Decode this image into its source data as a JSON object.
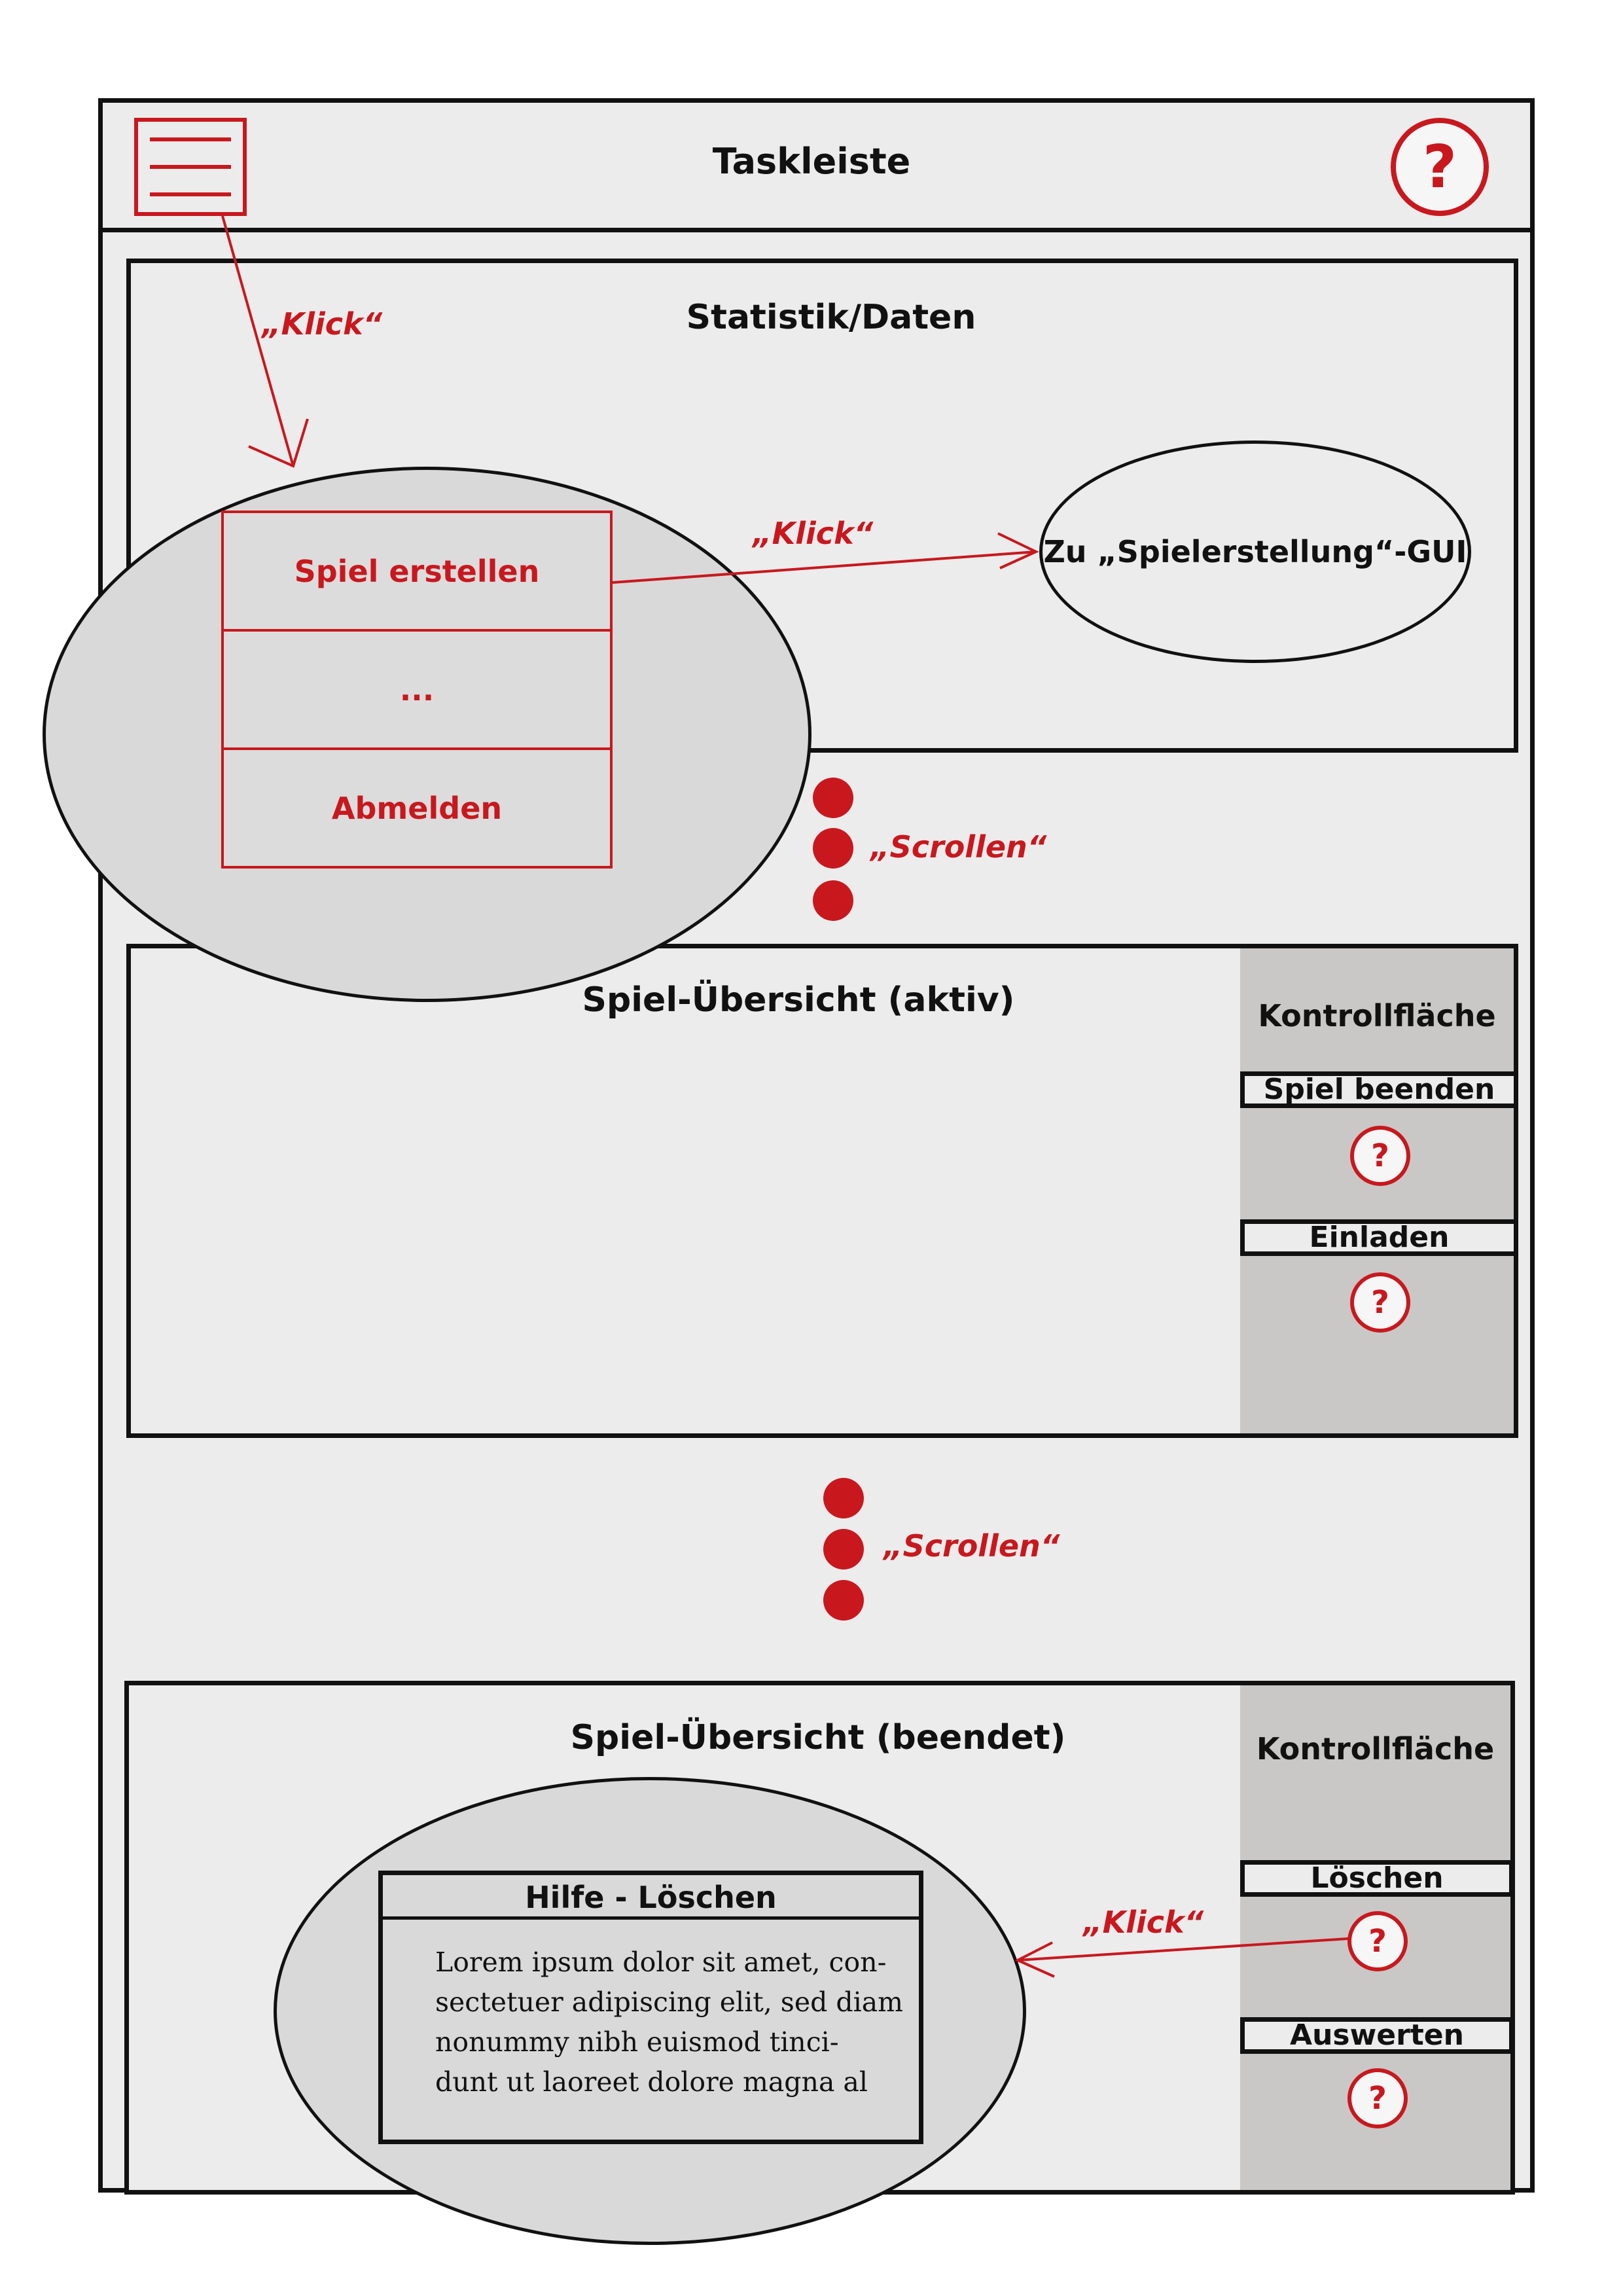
{
  "taskbar": {
    "title": "Taskleiste",
    "menu_icon": "hamburger-menu-icon",
    "help_symbol": "?"
  },
  "statistics": {
    "title": "Statistik/Daten"
  },
  "menu_popup": {
    "items": [
      "Spiel erstellen",
      "...",
      "Abmelden"
    ]
  },
  "target_bubble": {
    "label": "Zu „Spielerstellung“-GUI"
  },
  "annotations": {
    "click_menu": "„Klick“",
    "click_create": "„Klick“",
    "scroll_1": "„Scrollen“",
    "scroll_2": "„Scrollen“",
    "click_help": "„Klick“"
  },
  "active_games": {
    "title": "Spiel-Übersicht (aktiv)",
    "control_title": "Kontrollfläche",
    "buttons": [
      "Spiel beenden",
      "Einladen"
    ],
    "help_symbol": "?"
  },
  "finished_games": {
    "title": "Spiel-Übersicht (beendet)",
    "control_title": "Kontrollfläche",
    "buttons": [
      "Löschen",
      "Auswerten"
    ],
    "help_symbol": "?"
  },
  "help_popup": {
    "title": "Hilfe - Löschen",
    "lines": [
      "Lorem ipsum dolor sit amet, con-",
      "sectetuer adipiscing elit, sed diam",
      "nonummy nibh euismod tinci-",
      "dunt ut laoreet dolore magna al"
    ]
  },
  "colors": {
    "accent": "#c8181e",
    "frame": "#111111",
    "panel_bg": "#ececec",
    "control_bg": "#c9c8c6",
    "bubble_bg": "#d9d9d9"
  }
}
